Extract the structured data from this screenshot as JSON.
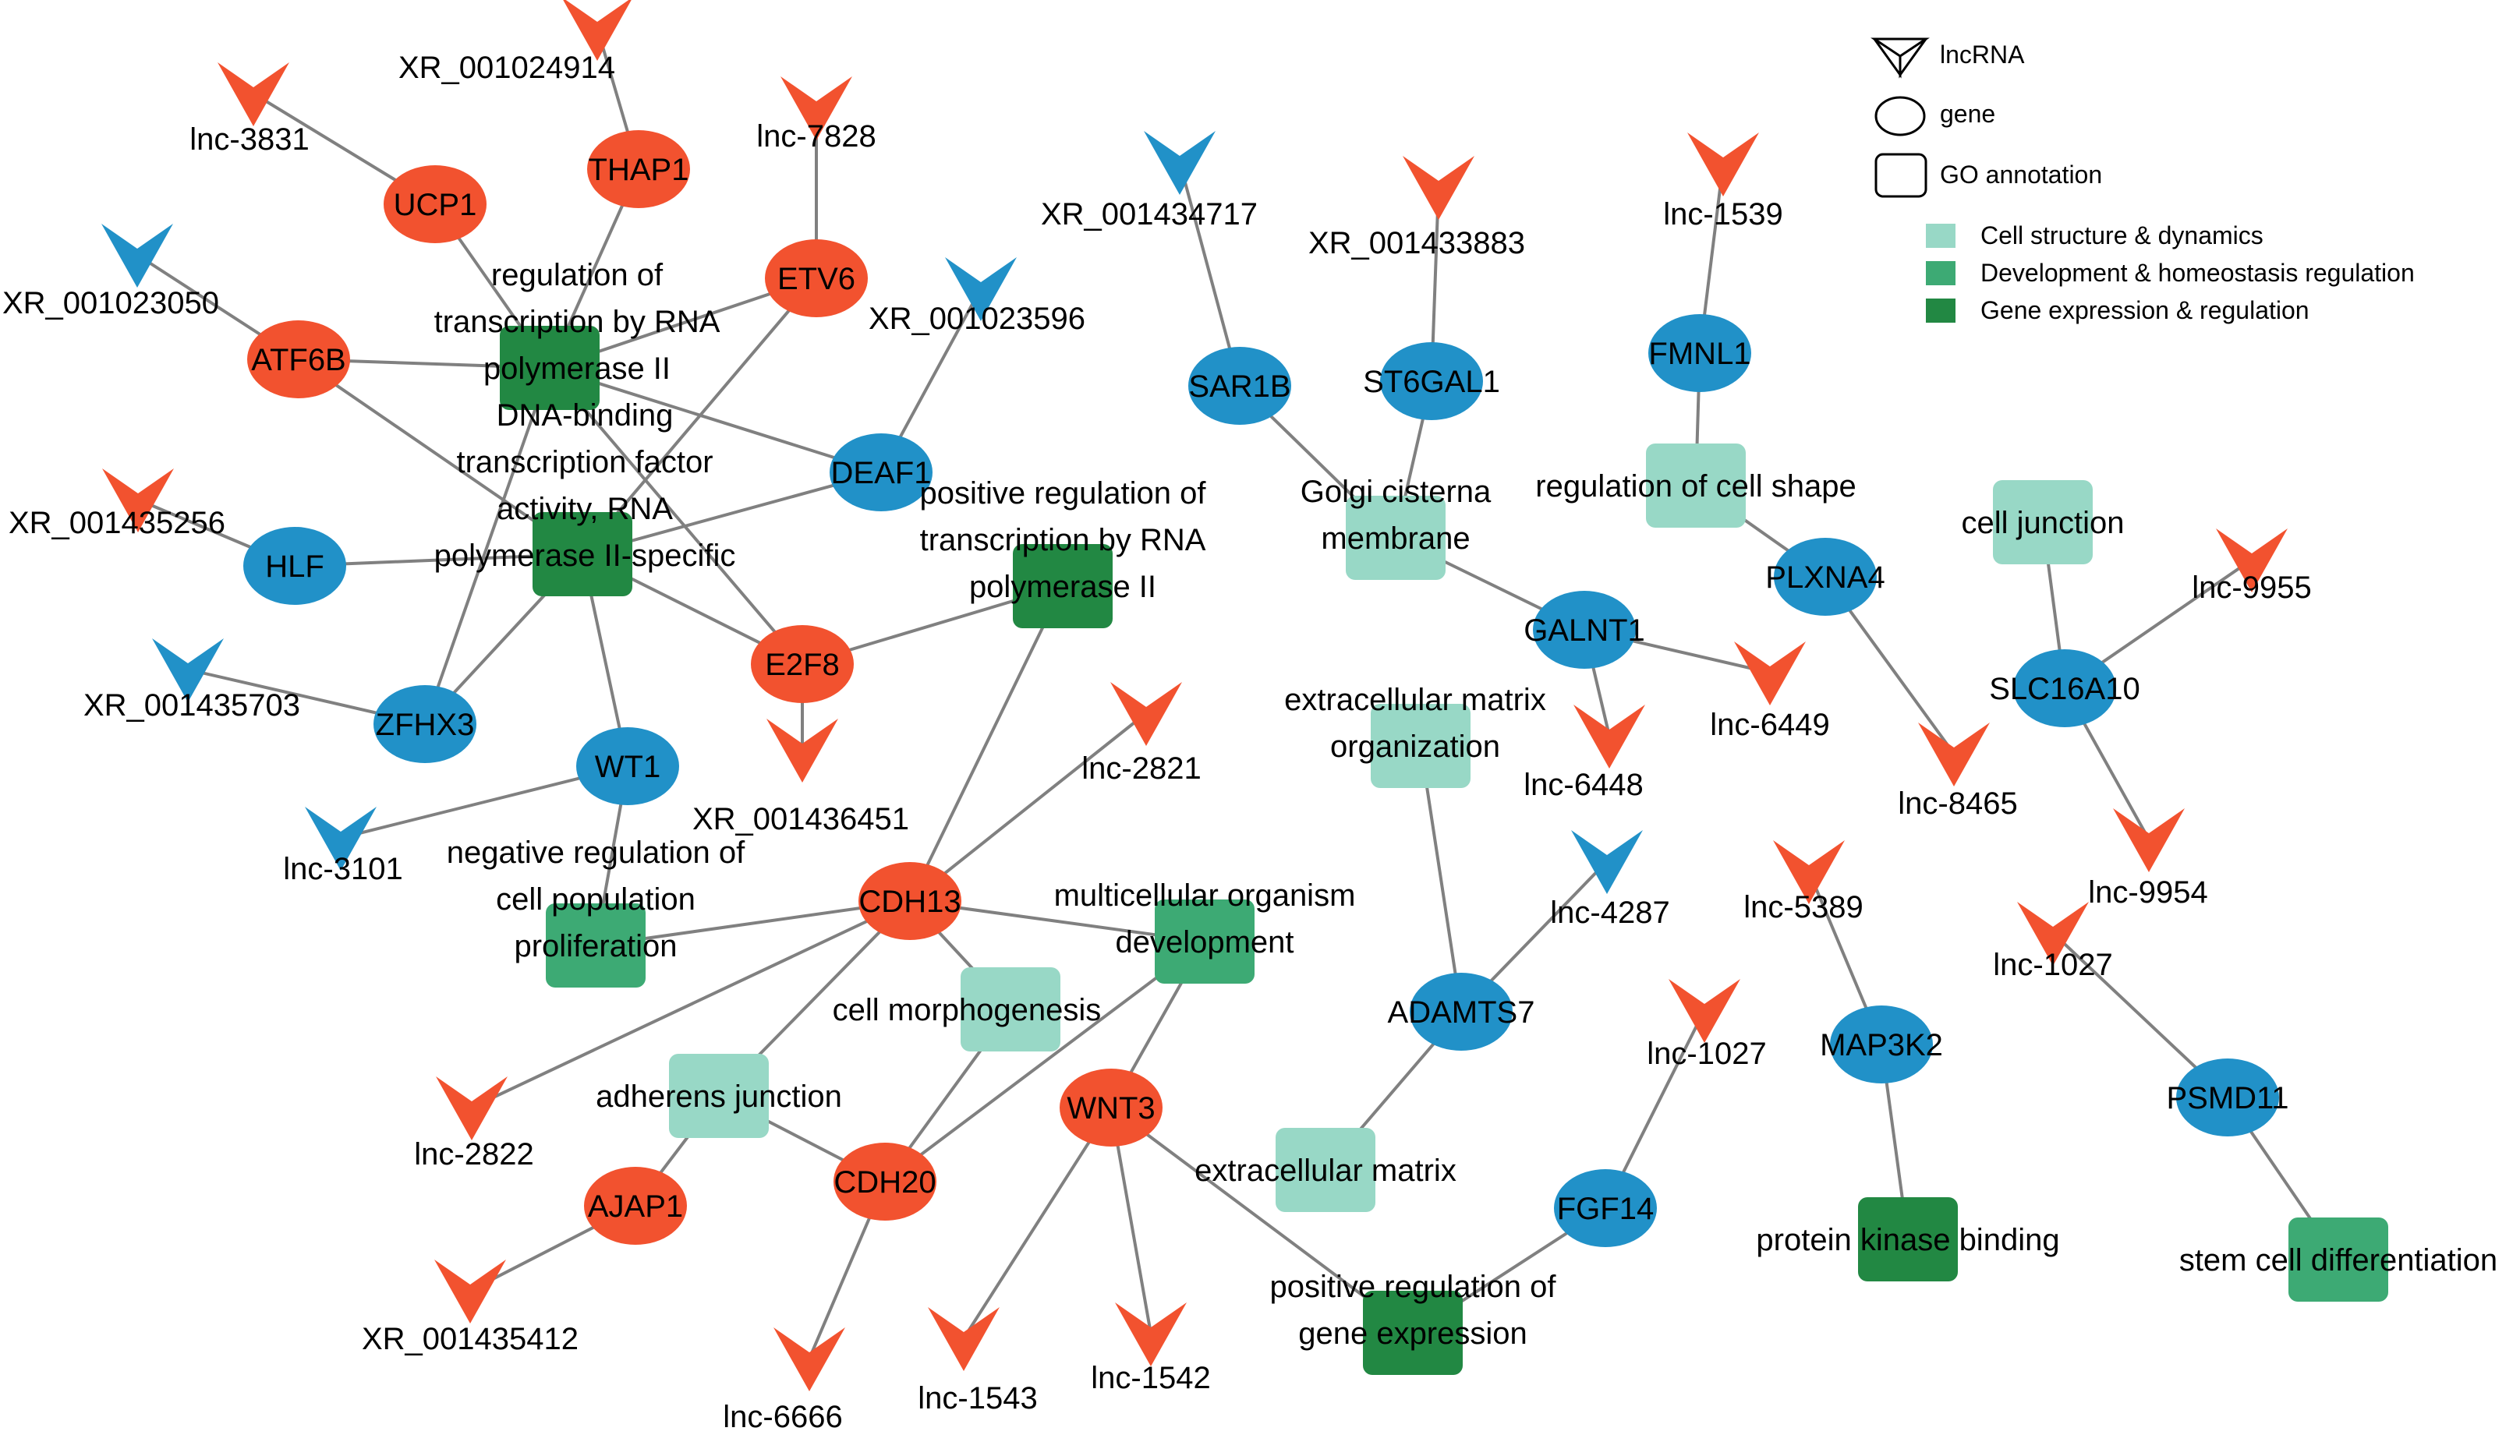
{
  "legend": {
    "shapes": [
      {
        "shape": "lncRNA-icon",
        "label": "lncRNA"
      },
      {
        "shape": "gene-icon",
        "label": "gene"
      },
      {
        "shape": "go-annotation-icon",
        "label": "GO annotation"
      }
    ],
    "categories": [
      {
        "key": "cell",
        "label": "Cell structure & dynamics",
        "color": "#98d8c6"
      },
      {
        "key": "dev",
        "label": "Development & homeostasis regulation",
        "color": "#3daa74"
      },
      {
        "key": "gene",
        "label": "Gene expression & regulation",
        "color": "#228843"
      }
    ]
  },
  "colors": {
    "up": "#f2522f",
    "down": "#2191c8",
    "edge": "#808080"
  },
  "nodes": [
    {
      "id": "XR_001024914",
      "type": "lnc",
      "color": "up",
      "label": [
        "XR_001024914"
      ]
    },
    {
      "id": "lnc-3831",
      "type": "lnc",
      "color": "up",
      "label": [
        "lnc-3831"
      ]
    },
    {
      "id": "lnc-7828",
      "type": "lnc",
      "color": "up",
      "label": [
        "lnc-7828"
      ]
    },
    {
      "id": "XR_001023050",
      "type": "lnc",
      "color": "down",
      "label": [
        "XR_001023050"
      ]
    },
    {
      "id": "XR_001023596",
      "type": "lnc",
      "color": "down",
      "label": [
        "XR_001023596"
      ]
    },
    {
      "id": "XR_001435256",
      "type": "lnc",
      "color": "up",
      "label": [
        "XR_001435256"
      ]
    },
    {
      "id": "XR_001435703",
      "type": "lnc",
      "color": "down",
      "label": [
        "XR_001435703"
      ]
    },
    {
      "id": "XR_001436451",
      "type": "lnc",
      "color": "up",
      "label": [
        "XR_001436451"
      ]
    },
    {
      "id": "lnc-3101",
      "type": "lnc",
      "color": "down",
      "label": [
        "lnc-3101"
      ]
    },
    {
      "id": "lnc-2821",
      "type": "lnc",
      "color": "up",
      "label": [
        "lnc-2821"
      ]
    },
    {
      "id": "lnc-2822",
      "type": "lnc",
      "color": "up",
      "label": [
        "lnc-2822"
      ]
    },
    {
      "id": "XR_001435412",
      "type": "lnc",
      "color": "up",
      "label": [
        "XR_001435412"
      ]
    },
    {
      "id": "lnc-6666",
      "type": "lnc",
      "color": "up",
      "label": [
        "lnc-6666"
      ]
    },
    {
      "id": "lnc-1543",
      "type": "lnc",
      "color": "up",
      "label": [
        "lnc-1543"
      ]
    },
    {
      "id": "lnc-1542",
      "type": "lnc",
      "color": "up",
      "label": [
        "lnc-1542"
      ]
    },
    {
      "id": "XR_001434717",
      "type": "lnc",
      "color": "down",
      "label": [
        "XR_001434717"
      ]
    },
    {
      "id": "XR_001433883",
      "type": "lnc",
      "color": "up",
      "label": [
        "XR_001433883"
      ]
    },
    {
      "id": "lnc-1539",
      "type": "lnc",
      "color": "up",
      "label": [
        "lnc-1539"
      ]
    },
    {
      "id": "lnc-6449",
      "type": "lnc",
      "color": "up",
      "label": [
        "lnc-6449"
      ]
    },
    {
      "id": "lnc-6448",
      "type": "lnc",
      "color": "up",
      "label": [
        "lnc-6448"
      ]
    },
    {
      "id": "lnc-8465",
      "type": "lnc",
      "color": "up",
      "label": [
        "lnc-8465"
      ]
    },
    {
      "id": "lnc-9955",
      "type": "lnc",
      "color": "up",
      "label": [
        "lnc-9955"
      ]
    },
    {
      "id": "lnc-9954",
      "type": "lnc",
      "color": "up",
      "label": [
        "lnc-9954"
      ]
    },
    {
      "id": "lnc-4287",
      "type": "lnc",
      "color": "down",
      "label": [
        "lnc-4287"
      ]
    },
    {
      "id": "lnc-5389",
      "type": "lnc",
      "color": "up",
      "label": [
        "lnc-5389"
      ]
    },
    {
      "id": "lnc-1027-a",
      "type": "lnc",
      "color": "up",
      "label": [
        "lnc-1027"
      ]
    },
    {
      "id": "lnc-1027-b",
      "type": "lnc",
      "color": "up",
      "label": [
        "lnc-1027"
      ]
    },
    {
      "id": "UCP1",
      "type": "gene",
      "color": "up",
      "label": [
        "UCP1"
      ]
    },
    {
      "id": "THAP1",
      "type": "gene",
      "color": "up",
      "label": [
        "THAP1"
      ]
    },
    {
      "id": "ETV6",
      "type": "gene",
      "color": "up",
      "label": [
        "ETV6"
      ]
    },
    {
      "id": "ATF6B",
      "type": "gene",
      "color": "up",
      "label": [
        "ATF6B"
      ]
    },
    {
      "id": "DEAF1",
      "type": "gene",
      "color": "down",
      "label": [
        "DEAF1"
      ]
    },
    {
      "id": "HLF",
      "type": "gene",
      "color": "down",
      "label": [
        "HLF"
      ]
    },
    {
      "id": "E2F8",
      "type": "gene",
      "color": "up",
      "label": [
        "E2F8"
      ]
    },
    {
      "id": "ZFHX3",
      "type": "gene",
      "color": "down",
      "label": [
        "ZFHX3"
      ]
    },
    {
      "id": "WT1",
      "type": "gene",
      "color": "down",
      "label": [
        "WT1"
      ]
    },
    {
      "id": "CDH13",
      "type": "gene",
      "color": "up",
      "label": [
        "CDH13"
      ]
    },
    {
      "id": "CDH20",
      "type": "gene",
      "color": "up",
      "label": [
        "CDH20"
      ]
    },
    {
      "id": "AJAP1",
      "type": "gene",
      "color": "up",
      "label": [
        "AJAP1"
      ]
    },
    {
      "id": "WNT3",
      "type": "gene",
      "color": "up",
      "label": [
        "WNT3"
      ]
    },
    {
      "id": "SAR1B",
      "type": "gene",
      "color": "down",
      "label": [
        "SAR1B"
      ]
    },
    {
      "id": "ST6GAL1",
      "type": "gene",
      "color": "down",
      "label": [
        "ST6GAL1"
      ]
    },
    {
      "id": "FMNL1",
      "type": "gene",
      "color": "down",
      "label": [
        "FMNL1"
      ]
    },
    {
      "id": "GALNT1",
      "type": "gene",
      "color": "down",
      "label": [
        "GALNT1"
      ]
    },
    {
      "id": "PLXNA4",
      "type": "gene",
      "color": "down",
      "label": [
        "PLXNA4"
      ]
    },
    {
      "id": "SLC16A10",
      "type": "gene",
      "color": "down",
      "label": [
        "SLC16A10"
      ]
    },
    {
      "id": "ADAMTS7",
      "type": "gene",
      "color": "down",
      "label": [
        "ADAMTS7"
      ]
    },
    {
      "id": "MAP3K2",
      "type": "gene",
      "color": "down",
      "label": [
        "MAP3K2"
      ]
    },
    {
      "id": "FGF14",
      "type": "gene",
      "color": "down",
      "label": [
        "FGF14"
      ]
    },
    {
      "id": "PSMD11",
      "type": "gene",
      "color": "down",
      "label": [
        "PSMD11"
      ]
    },
    {
      "id": "go-reg-transcription",
      "type": "go",
      "color": "gene",
      "label": [
        "regulation of",
        "transcription by RNA",
        "polymerase II"
      ]
    },
    {
      "id": "go-dna-binding",
      "type": "go",
      "color": "gene",
      "label": [
        "DNA-binding",
        "transcription factor",
        "activity, RNA",
        "polymerase II-specific"
      ]
    },
    {
      "id": "go-pos-reg-transcription",
      "type": "go",
      "color": "gene",
      "label": [
        "positive regulation of",
        "transcription by RNA",
        "polymerase II"
      ]
    },
    {
      "id": "go-neg-reg-proliferation",
      "type": "go",
      "color": "dev",
      "label": [
        "negative regulation of",
        "cell population",
        "proliferation"
      ]
    },
    {
      "id": "go-multicellular-development",
      "type": "go",
      "color": "dev",
      "label": [
        "multicellular organism",
        "development"
      ]
    },
    {
      "id": "go-cell-morphogenesis",
      "type": "go",
      "color": "cell",
      "label": [
        "cell morphogenesis"
      ]
    },
    {
      "id": "go-adherens-junction",
      "type": "go",
      "color": "cell",
      "label": [
        "adherens junction"
      ]
    },
    {
      "id": "go-extracellular-matrix",
      "type": "go",
      "color": "cell",
      "label": [
        "extracellular matrix"
      ]
    },
    {
      "id": "go-pos-reg-gene-expression",
      "type": "go",
      "color": "gene",
      "label": [
        "positive regulation of",
        "gene expression"
      ]
    },
    {
      "id": "go-golgi-cisterna",
      "type": "go",
      "color": "cell",
      "label": [
        "Golgi cisterna",
        "membrane"
      ]
    },
    {
      "id": "go-ecm-organization",
      "type": "go",
      "color": "cell",
      "label": [
        "extracellular matrix",
        "organization"
      ]
    },
    {
      "id": "go-reg-cell-shape",
      "type": "go",
      "color": "cell",
      "label": [
        "regulation of cell shape"
      ]
    },
    {
      "id": "go-cell-junction",
      "type": "go",
      "color": "cell",
      "label": [
        "cell junction"
      ]
    },
    {
      "id": "go-protein-kinase-binding",
      "type": "go",
      "color": "gene",
      "label": [
        "protein kinase binding"
      ]
    },
    {
      "id": "go-stem-cell-differentiation",
      "type": "go",
      "color": "dev",
      "label": [
        "stem cell differentiation"
      ]
    }
  ],
  "edges": [
    [
      "lnc-3831",
      "UCP1"
    ],
    [
      "XR_001024914",
      "THAP1"
    ],
    [
      "lnc-7828",
      "ETV6"
    ],
    [
      "XR_001023050",
      "ATF6B"
    ],
    [
      "XR_001023596",
      "DEAF1"
    ],
    [
      "XR_001435256",
      "HLF"
    ],
    [
      "XR_001435703",
      "ZFHX3"
    ],
    [
      "E2F8",
      "XR_001436451"
    ],
    [
      "WT1",
      "lnc-3101"
    ],
    [
      "UCP1",
      "go-reg-transcription"
    ],
    [
      "THAP1",
      "go-reg-transcription"
    ],
    [
      "ETV6",
      "go-reg-transcription"
    ],
    [
      "ATF6B",
      "go-reg-transcription"
    ],
    [
      "go-reg-transcription",
      "DEAF1"
    ],
    [
      "go-reg-transcription",
      "ZFHX3"
    ],
    [
      "go-reg-transcription",
      "E2F8"
    ],
    [
      "ETV6",
      "go-dna-binding"
    ],
    [
      "ATF6B",
      "go-dna-binding"
    ],
    [
      "DEAF1",
      "go-dna-binding"
    ],
    [
      "HLF",
      "go-dna-binding"
    ],
    [
      "go-dna-binding",
      "E2F8"
    ],
    [
      "go-dna-binding",
      "ZFHX3"
    ],
    [
      "go-dna-binding",
      "WT1"
    ],
    [
      "E2F8",
      "go-pos-reg-transcription"
    ],
    [
      "go-pos-reg-transcription",
      "CDH13"
    ],
    [
      "WT1",
      "go-neg-reg-proliferation"
    ],
    [
      "CDH13",
      "go-neg-reg-proliferation"
    ],
    [
      "CDH13",
      "lnc-2821"
    ],
    [
      "CDH13",
      "go-multicellular-development"
    ],
    [
      "CDH13",
      "go-cell-morphogenesis"
    ],
    [
      "CDH13",
      "go-adherens-junction"
    ],
    [
      "CDH13",
      "lnc-2822"
    ],
    [
      "go-cell-morphogenesis",
      "CDH20"
    ],
    [
      "go-adherens-junction",
      "CDH20"
    ],
    [
      "go-adherens-junction",
      "AJAP1"
    ],
    [
      "AJAP1",
      "XR_001435412"
    ],
    [
      "CDH20",
      "lnc-6666"
    ],
    [
      "go-multicellular-development",
      "CDH20"
    ],
    [
      "go-multicellular-development",
      "WNT3"
    ],
    [
      "WNT3",
      "lnc-1543"
    ],
    [
      "WNT3",
      "lnc-1542"
    ],
    [
      "WNT3",
      "go-pos-reg-gene-expression"
    ],
    [
      "go-pos-reg-gene-expression",
      "FGF14"
    ],
    [
      "FGF14",
      "lnc-1027-a"
    ],
    [
      "XR_001434717",
      "SAR1B"
    ],
    [
      "XR_001433883",
      "ST6GAL1"
    ],
    [
      "SAR1B",
      "go-golgi-cisterna"
    ],
    [
      "ST6GAL1",
      "go-golgi-cisterna"
    ],
    [
      "go-golgi-cisterna",
      "GALNT1"
    ],
    [
      "GALNT1",
      "lnc-6449"
    ],
    [
      "GALNT1",
      "lnc-6448"
    ],
    [
      "lnc-1539",
      "FMNL1"
    ],
    [
      "FMNL1",
      "go-reg-cell-shape"
    ],
    [
      "go-reg-cell-shape",
      "PLXNA4"
    ],
    [
      "PLXNA4",
      "lnc-8465"
    ],
    [
      "go-cell-junction",
      "SLC16A10"
    ],
    [
      "SLC16A10",
      "lnc-9955"
    ],
    [
      "SLC16A10",
      "lnc-9954"
    ],
    [
      "go-ecm-organization",
      "ADAMTS7"
    ],
    [
      "ADAMTS7",
      "lnc-4287"
    ],
    [
      "ADAMTS7",
      "go-extracellular-matrix"
    ],
    [
      "lnc-5389",
      "MAP3K2"
    ],
    [
      "MAP3K2",
      "go-protein-kinase-binding"
    ],
    [
      "lnc-1027-b",
      "PSMD11"
    ],
    [
      "PSMD11",
      "go-stem-cell-differentiation"
    ]
  ]
}
